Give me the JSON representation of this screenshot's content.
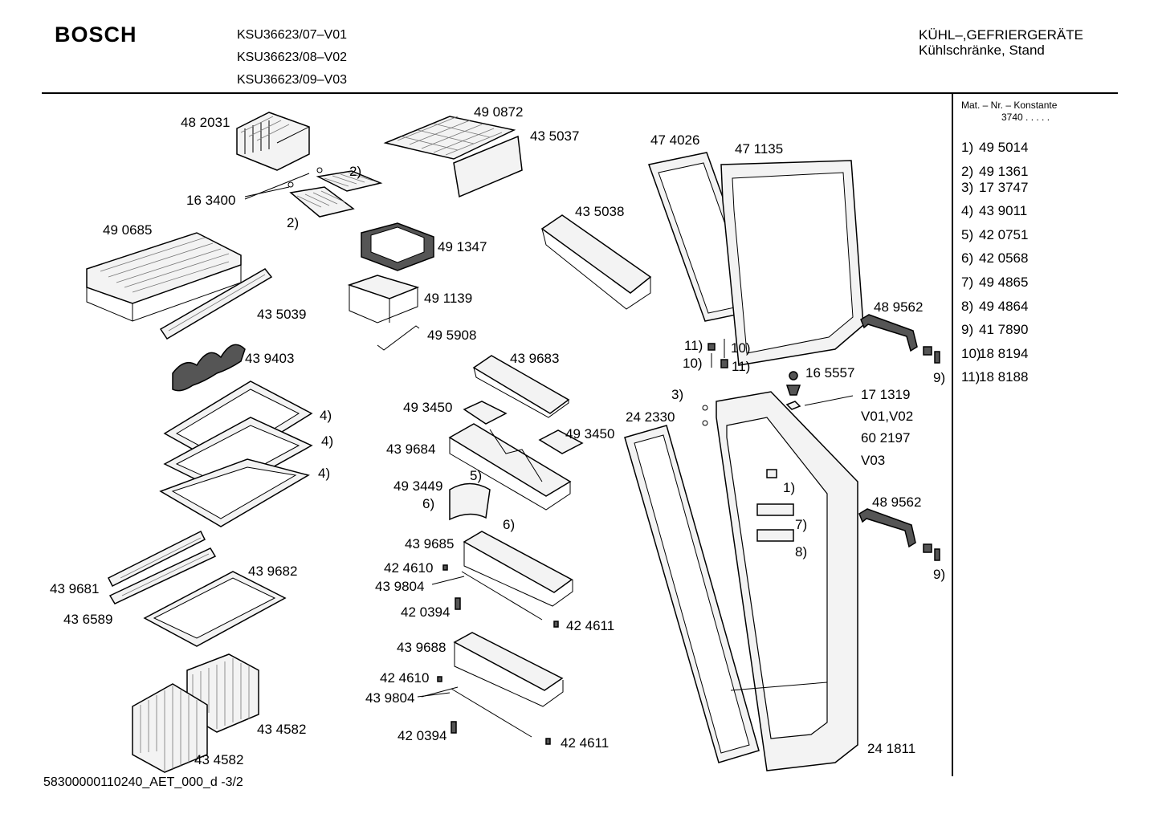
{
  "header": {
    "brand": "BOSCH",
    "models": [
      "KSU36623/07–V01",
      "KSU36623/08–V02",
      "KSU36623/09–V03"
    ],
    "category_line1": "KÜHL–,GEFRIERGERÄTE",
    "category_line2": "Kühlschränke, Stand"
  },
  "sidebar": {
    "mat_title": "Mat. – Nr. – Konstante",
    "mat_value": "3740 . . . . .",
    "items": [
      {
        "key": "1)",
        "value": "49 5014"
      },
      {
        "key": "2)",
        "value": "49 1361"
      },
      {
        "key": "3)",
        "value": "17 3747"
      },
      {
        "key": "4)",
        "value": "43 9011"
      },
      {
        "key": "5)",
        "value": "42 0751"
      },
      {
        "key": "6)",
        "value": "42 0568"
      },
      {
        "key": "7)",
        "value": "49 4865"
      },
      {
        "key": "8)",
        "value": "49 4864"
      },
      {
        "key": "9)",
        "value": "41 7890"
      },
      {
        "key": "10)",
        "value": "18 8194"
      },
      {
        "key": "11)",
        "value": "18 8188"
      }
    ]
  },
  "footer": {
    "doc_id": "58300000110240_AET_000_d  -3/2"
  },
  "labels": {
    "p482031": "48 2031",
    "p490872": "49 0872",
    "p435037": "43 5037",
    "p474026": "47 4026",
    "p471135": "47 1135",
    "ref2a": "2)",
    "p163400": "16 3400",
    "ref2b": "2)",
    "p490685": "49 0685",
    "p491347": "49 1347",
    "p435038": "43 5038",
    "p491139": "49 1139",
    "p435039": "43 5039",
    "p489562a": "48 9562",
    "p495908": "49 5908",
    "p439403": "43 9403",
    "p439683": "43 9683",
    "ref11a": "11)",
    "ref10a": "10)",
    "ref10b": "10)",
    "ref11b": "11)",
    "p165557": "16 5557",
    "ref9a": "9)",
    "ref3": "3)",
    "p171319": "17 1319",
    "v01v02": "V01,V02",
    "p602197": "60 2197",
    "v03": "V03",
    "ref4a": "4)",
    "p493450a": "49 3450",
    "p242330": "24 2330",
    "ref4b": "4)",
    "p439684": "43 9684",
    "p493450b": "49 3450",
    "ref4c": "4)",
    "ref5": "5)",
    "p493449": "49 3449",
    "ref1": "1)",
    "ref6a": "6)",
    "ref6b": "6)",
    "p489562b": "48 9562",
    "ref7": "7)",
    "p439685": "43 9685",
    "ref8": "8)",
    "p424610a": "42 4610",
    "p439682": "43 9682",
    "ref9b": "9)",
    "p439681": "43 9681",
    "p439804a": "43 9804",
    "p436589": "43 6589",
    "p420394a": "42 0394",
    "p424611a": "42 4611",
    "p439688": "43 9688",
    "p424610b": "42 4610",
    "p439804b": "43 9804",
    "p434582a": "43 4582",
    "p420394b": "42 0394",
    "p424611b": "42 4611",
    "p241811": "24 1811",
    "p434582b": "43 4582"
  }
}
